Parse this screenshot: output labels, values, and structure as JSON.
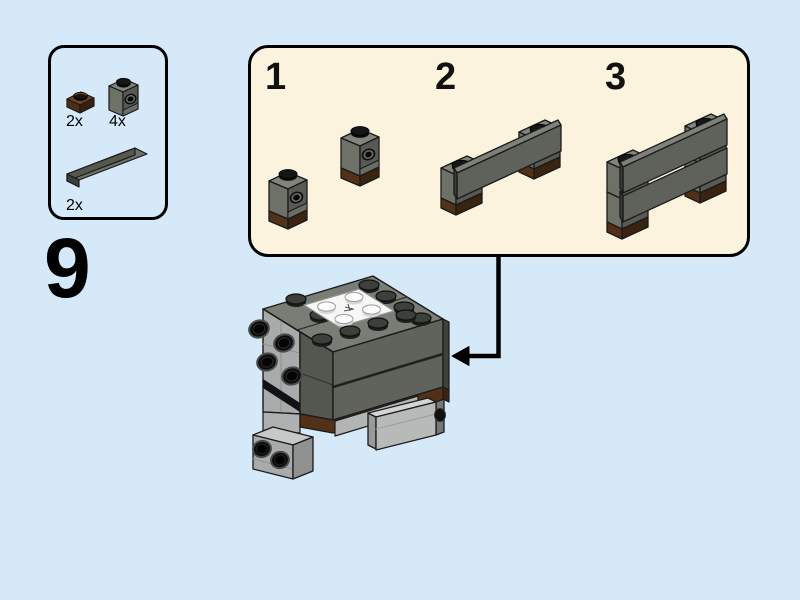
{
  "page": {
    "step_number": "9",
    "background_color": "#d5e9f8"
  },
  "parts_list": {
    "items": [
      {
        "id": "brown-1x1-plate",
        "count": "2x",
        "color": "#6d4326"
      },
      {
        "id": "dark-gray-headlight-brick",
        "count": "4x",
        "color": "#6b6e66"
      },
      {
        "id": "dark-gray-1x4-tile",
        "count": "2x",
        "color": "#70736b"
      }
    ]
  },
  "callout": {
    "background_color": "#fbf3de",
    "substeps": [
      {
        "label": "1"
      },
      {
        "label": "2"
      },
      {
        "label": "3"
      }
    ]
  },
  "model": {
    "colors": {
      "dark_gray": "#60635b",
      "light_gray": "#a8aba9",
      "brown": "#533118",
      "white": "#f7f8f6",
      "black_stud": "#141414",
      "outline": "#1a1a1a"
    }
  }
}
